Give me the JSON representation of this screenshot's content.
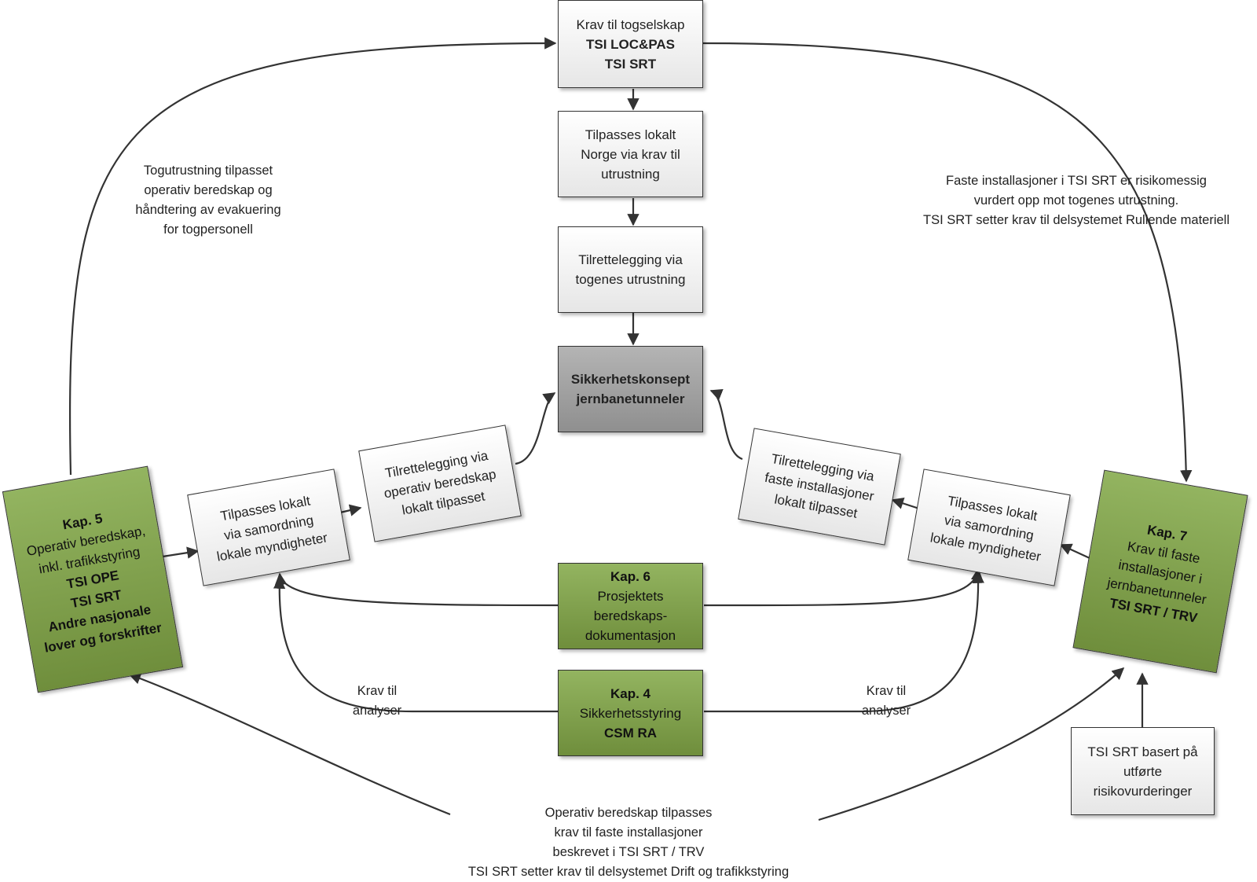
{
  "top": {
    "line1": "Krav til togselskap",
    "line2": "TSI LOC&PAS",
    "line3": "TSI SRT"
  },
  "adapt": {
    "line1": "Tilpasses lokalt",
    "line2": "Norge via krav til",
    "line3": "utrustning"
  },
  "facilitate_train": {
    "line1": "Tilrettelegging via",
    "line2": "togenes utrustning"
  },
  "center": {
    "line1": "Sikkerhetskonsept",
    "line2": "jernbanetunneler"
  },
  "kap5": {
    "line1": "Kap. 5",
    "line2": "Operativ beredskap,",
    "line3": "inkl. trafikkstyring",
    "line4": "TSI OPE",
    "line5": "TSI SRT",
    "line6": "Andre nasjonale",
    "line7": "lover og forskrifter"
  },
  "left_adapt": {
    "line1": "Tilpasses lokalt",
    "line2": "via samordning",
    "line3": "lokale myndigheter"
  },
  "left_facilitate": {
    "line1": "Tilrettelegging via",
    "line2": "operativ beredskap",
    "line3": "lokalt tilpasset"
  },
  "right_facilitate": {
    "line1": "Tilrettelegging via",
    "line2": "faste installasjoner",
    "line3": "lokalt tilpasset"
  },
  "right_adapt": {
    "line1": "Tilpasses lokalt",
    "line2": "via samordning",
    "line3": "lokale myndigheter"
  },
  "kap7": {
    "line1": "Kap. 7",
    "line2": "Krav til faste",
    "line3": "installasjoner i",
    "line4": "jernbanetunneler",
    "line5": "TSI SRT / TRV"
  },
  "kap6": {
    "line1": "Kap. 6",
    "line2": "Prosjektets",
    "line3": "beredskaps-",
    "line4": "dokumentasjon"
  },
  "kap4": {
    "line1": "Kap. 4",
    "line2": "Sikkerhetsstyring",
    "line3": "CSM RA"
  },
  "tsi_basis": {
    "line1": "TSI SRT basert på",
    "line2": "utførte",
    "line3": "risikovurderinger"
  },
  "labels": {
    "left_top": [
      "Togutrustning tilpasset",
      "operativ beredskap og",
      "håndtering av evakuering",
      "for togpersonell"
    ],
    "right_top": [
      "Faste installasjoner i TSI SRT er risikomessig",
      "vurdert opp mot togenes utrustning.",
      "TSI SRT setter krav til delsystemet Rullende materiell"
    ],
    "krav_left": [
      "Krav til",
      "analyser"
    ],
    "krav_right": [
      "Krav til",
      "analyser"
    ],
    "bottom": [
      "Operativ beredskap tilpasses",
      "krav til faste installasjoner",
      "beskrevet i TSI SRT / TRV",
      "TSI SRT setter krav til delsystemet Drift og trafikkstyring"
    ]
  },
  "colors": {
    "green_box": "#7f9f4c",
    "gray_box": "#a0a0a0",
    "white_box": "#f2f2f2",
    "line": "#333333"
  }
}
